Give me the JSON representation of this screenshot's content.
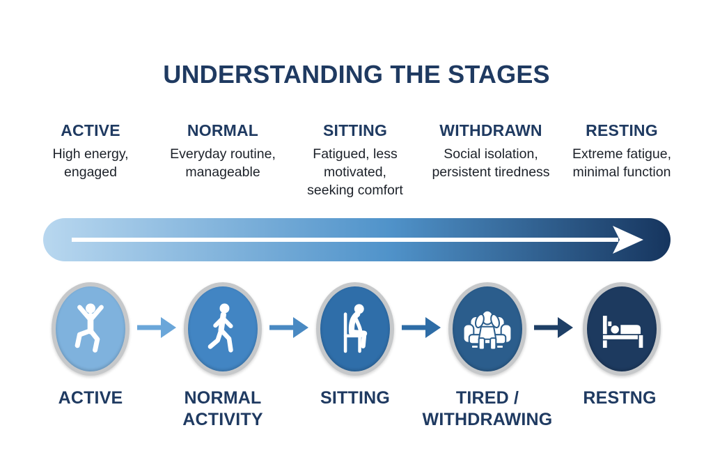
{
  "title": "UNDERSTANDING THE STAGES",
  "colors": {
    "heading": "#1f3a61",
    "description_text": "#1c2129",
    "ring": "#c6c8ca",
    "bar_gradient_start": "#b8d7ef",
    "bar_gradient_mid": "#5093ca",
    "bar_gradient_end": "#16355e"
  },
  "stages": [
    {
      "header": "ACTIVE",
      "description": "High energy,\nengaged",
      "bottom_label": "ACTIVE",
      "icon": "jumping-person-icon",
      "circle_color": "#7fb2dd"
    },
    {
      "header": "NORMAL",
      "description": "Everyday routine,\nmanageable",
      "bottom_label": "NORMAL\nACTIVITY",
      "icon": "walking-person-icon",
      "circle_color": "#4285c3"
    },
    {
      "header": "SITTING",
      "description": "Fatigued, less\nmotivated,\nseeking comfort",
      "bottom_label": "SITTING",
      "icon": "sitting-person-icon",
      "circle_color": "#2f6ea9"
    },
    {
      "header": "WITHDRAWN",
      "description": "Social isolation,\npersistent tiredness",
      "bottom_label": "TIRED /\nWITHDRAWING",
      "icon": "couch-person-icon",
      "circle_color": "#2b5d8c"
    },
    {
      "header": "RESTING",
      "description": "Extreme fatigue,\nminimal function",
      "bottom_label": "RESTNG",
      "icon": "person-in-bed-icon",
      "circle_color": "#1d3a5f"
    }
  ],
  "connector_arrow_colors": [
    "#6aa6d9",
    "#4989c2",
    "#2d6ca6",
    "#1e3f66"
  ]
}
